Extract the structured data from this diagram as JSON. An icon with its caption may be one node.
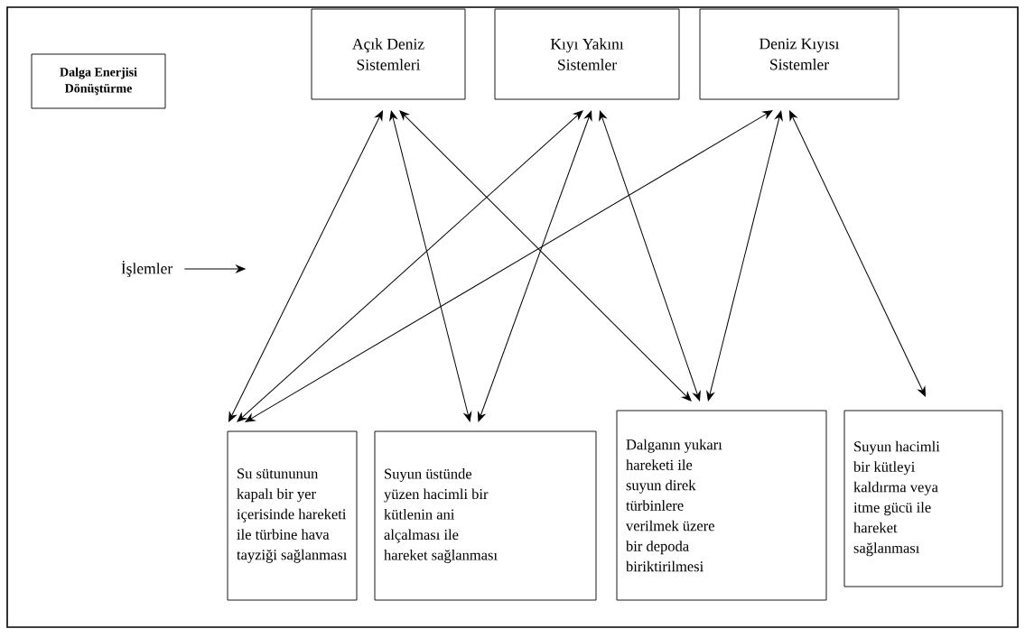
{
  "diagram": {
    "nodes": [
      {
        "text": [
          "Dalga Enerjisi Dönüştürme"
        ]
      },
      {
        "text": [
          "Açık Deniz Sistemleri"
        ]
      },
      {
        "text": [
          "Kıyı Yakını Sistemler"
        ]
      },
      {
        "text": [
          "Deniz Kıyısı Sistemler"
        ]
      },
      {
        "text": [
          "İşlemler"
        ]
      },
      {
        "text": [
          "Su sütununun kapalı bir yer içerisinde hareketi ile türbine hava tayziği sağlanması"
        ]
      },
      {
        "text": [
          "Suyun üstünde yüzen hacimli bir kütlenin ani alçalması ile hareket sağlanması"
        ]
      },
      {
        "text": [
          "Dalganın yukarı hareketi ile suyun direk türbinlere verilmek üzere bir depoda biriktirilmesi"
        ]
      },
      {
        "text": [
          "Suyun hacimli bir kütleyi kaldırma veya itme gücü ile hareket sağlanması"
        ]
      }
    ],
    "edges": [
      {
        "from": 4,
        "to": null,
        "arrow": "to"
      },
      {
        "from": 1,
        "to": 5,
        "arrow": "both"
      },
      {
        "from": 1,
        "to": 6,
        "arrow": "both"
      },
      {
        "from": 1,
        "to": 7,
        "arrow": "both"
      },
      {
        "from": 2,
        "to": 5,
        "arrow": "both"
      },
      {
        "from": 2,
        "to": 6,
        "arrow": "both"
      },
      {
        "from": 2,
        "to": 7,
        "arrow": "both"
      },
      {
        "from": 3,
        "to": 5,
        "arrow": "both"
      },
      {
        "from": 3,
        "to": 7,
        "arrow": "both"
      },
      {
        "from": 3,
        "to": 8,
        "arrow": "both"
      }
    ]
  }
}
